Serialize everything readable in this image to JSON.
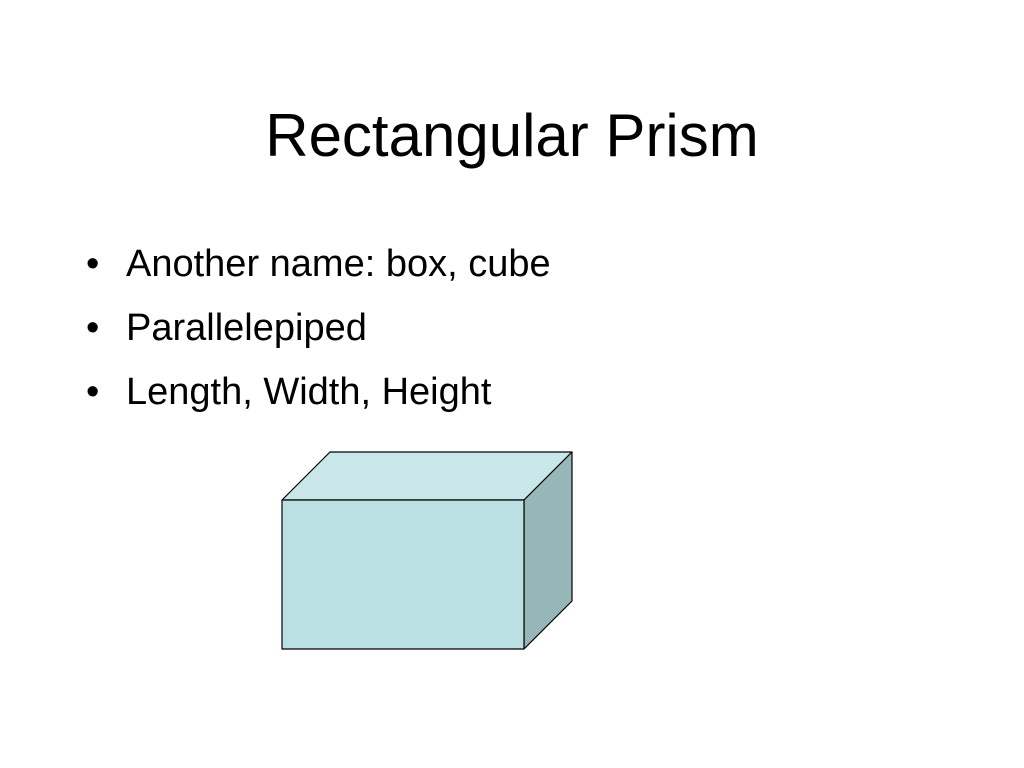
{
  "slide": {
    "title": "Rectangular Prism",
    "bullet_symbol": "•",
    "bullets": [
      "Another name: box, cube",
      "Parallelepiped",
      "Length, Width, Height"
    ]
  },
  "figure": {
    "icon": "rectangular-prism-icon",
    "colors": {
      "front": "#bbe0e3",
      "top": "#c9e6e8",
      "side": "#96b7b7",
      "outline": "#000000"
    }
  }
}
